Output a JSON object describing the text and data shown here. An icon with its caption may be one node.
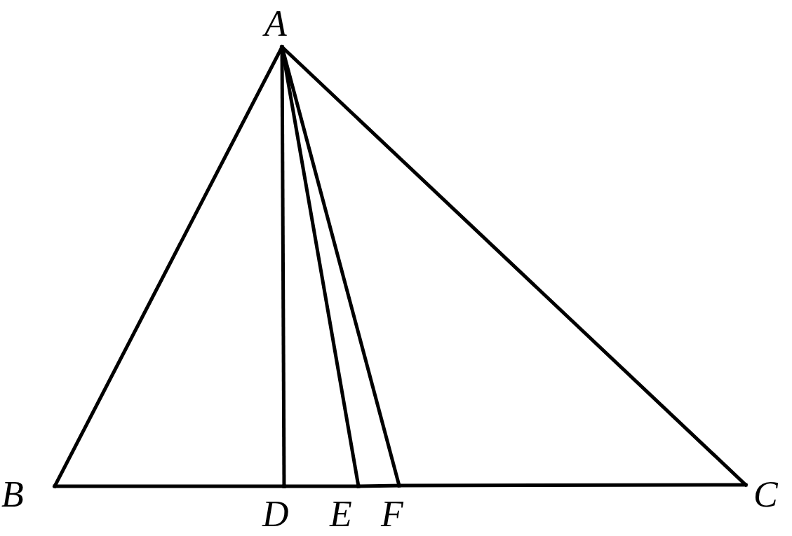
{
  "diagram": {
    "nodes": [
      {
        "text": [
          "A"
        ]
      },
      {
        "text": [
          "B"
        ]
      },
      {
        "text": [
          "C"
        ]
      },
      {
        "text": [
          "D"
        ]
      },
      {
        "text": [
          "E"
        ]
      },
      {
        "text": [
          "F"
        ]
      }
    ],
    "edges": [
      {
        "from": 0,
        "to": 1,
        "arrow": "none"
      },
      {
        "from": 0,
        "to": 2,
        "arrow": "none"
      },
      {
        "from": 0,
        "to": 3,
        "arrow": "none"
      },
      {
        "from": 0,
        "to": 4,
        "arrow": "none"
      },
      {
        "from": 0,
        "to": 5,
        "arrow": "none"
      },
      {
        "from": 1,
        "to": 3,
        "arrow": "none"
      },
      {
        "from": 3,
        "to": 4,
        "arrow": "none"
      },
      {
        "from": 4,
        "to": 5,
        "arrow": "none"
      },
      {
        "from": 5,
        "to": 2,
        "arrow": "none"
      }
    ]
  }
}
